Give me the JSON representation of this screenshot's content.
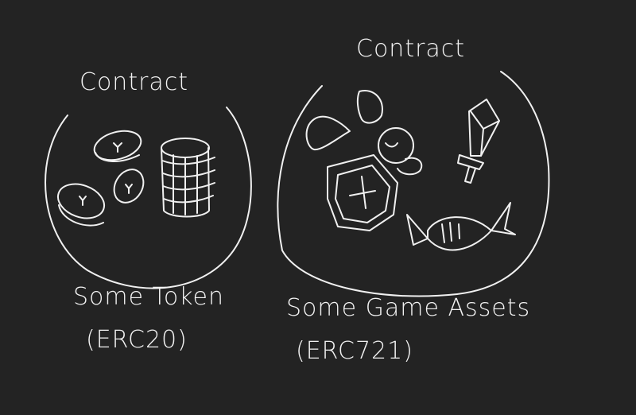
{
  "diagram": {
    "background": "#232323",
    "stroke_color": "#f0f0f0",
    "left": {
      "contract_label": "Contract",
      "contents": [
        "coins",
        "coin stack"
      ],
      "name_label": "Some Token",
      "standard_label": "(ERC20)"
    },
    "right": {
      "contract_label": "Contract",
      "contents": [
        "bunny helmet",
        "shield",
        "sword",
        "winged candy"
      ],
      "name_label": "Some Game Assets",
      "standard_label": "(ERC721)"
    }
  }
}
